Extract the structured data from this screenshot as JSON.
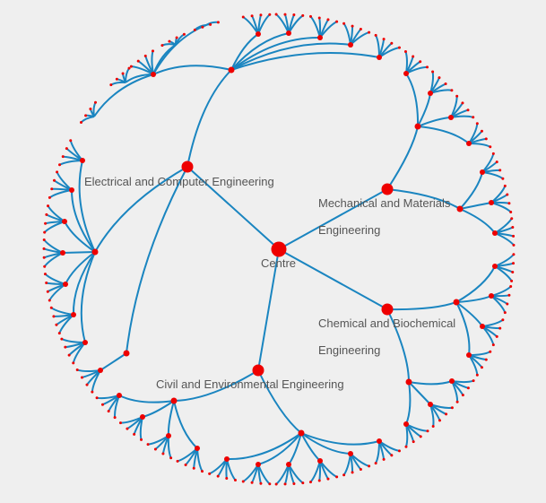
{
  "diagram": {
    "type": "radial-tree",
    "colors": {
      "link": "#1a85c0",
      "node": "#ee0000",
      "label": "#555555",
      "background": "#efefef"
    },
    "root": {
      "label": "Centre"
    },
    "departments": [
      {
        "id": "ece",
        "label": "Electrical and Computer Engineering",
        "label_lines": [
          "Electrical and Computer Engineering"
        ]
      },
      {
        "id": "mme",
        "label": "Mechanical and Materials Engineering",
        "label_lines": [
          "Mechanical and Materials",
          "Engineering"
        ]
      },
      {
        "id": "cbe",
        "label": "Chemical and Biochemical Engineering",
        "label_lines": [
          "Chemical and Biochemical",
          "Engineering"
        ]
      },
      {
        "id": "cee",
        "label": "Civil and Environmental Engineering",
        "label_lines": [
          "Civil and Environmental Engineering"
        ]
      }
    ]
  }
}
